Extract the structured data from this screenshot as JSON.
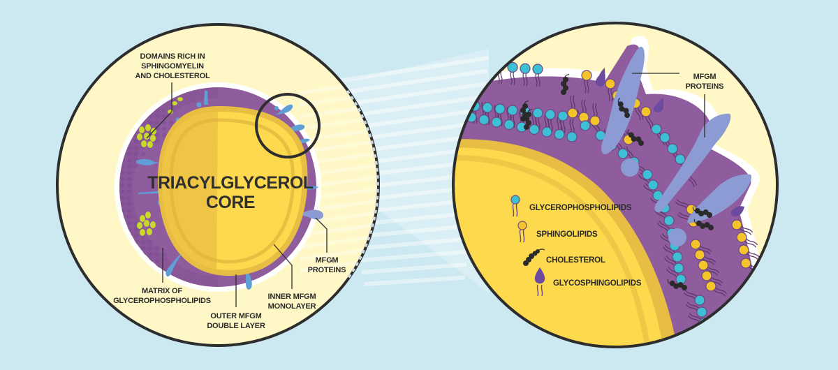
{
  "title": "Milk Fat Globule Membrane (MFGM) structure",
  "colors": {
    "background": "#cce8f1",
    "globule_fill": "#fff8c6",
    "outline": "#2d2d2d",
    "membrane_purple": "#8f5c9e",
    "membrane_purple_dark": "#7d4c8c",
    "core_yellow": "#fdd94e",
    "core_yellow_dark": "#e8bd43",
    "protein_blue": "#8c9bd3",
    "protein_small_blue": "#5f9fd6",
    "glycerophospholipid_head": "#3dbfd6",
    "sphingolipid_head": "#f5c42a",
    "cholesterol": "#2a2a2a",
    "glycosphingolipid": "#6c4aa0",
    "sphingomyelin_domain": "#c9d92a"
  },
  "overview": {
    "core_label_line1": "TRIACYLGLYCEROL",
    "core_label_line2": "CORE",
    "labels": {
      "domains": [
        "DOMAINS RICH IN",
        "SPHINGOMYELIN",
        "AND CHOLESTEROL"
      ],
      "matrix": [
        "MATRIX OF",
        "GLYCEROPHOSPHOLIPIDS"
      ],
      "outer": [
        "OUTER MFGM",
        "DOUBLE LAYER"
      ],
      "inner": [
        "INNER MFGM",
        "MONOLAYER"
      ],
      "proteins": [
        "MFGM",
        "PROTEINS"
      ]
    }
  },
  "detail": {
    "proteins_label": [
      "MFGM",
      "PROTEINS"
    ],
    "legend": [
      {
        "icon": "glycerophospholipid-icon",
        "label": "GLYCEROPHOSPHOLIPIDS"
      },
      {
        "icon": "sphingolipid-icon",
        "label": "SPHINGOLIPIDS"
      },
      {
        "icon": "cholesterol-icon",
        "label": "CHOLESTEROL"
      },
      {
        "icon": "glycosphingolipid-icon",
        "label": "GLYCOSPHINGOLIPIDS"
      }
    ]
  }
}
